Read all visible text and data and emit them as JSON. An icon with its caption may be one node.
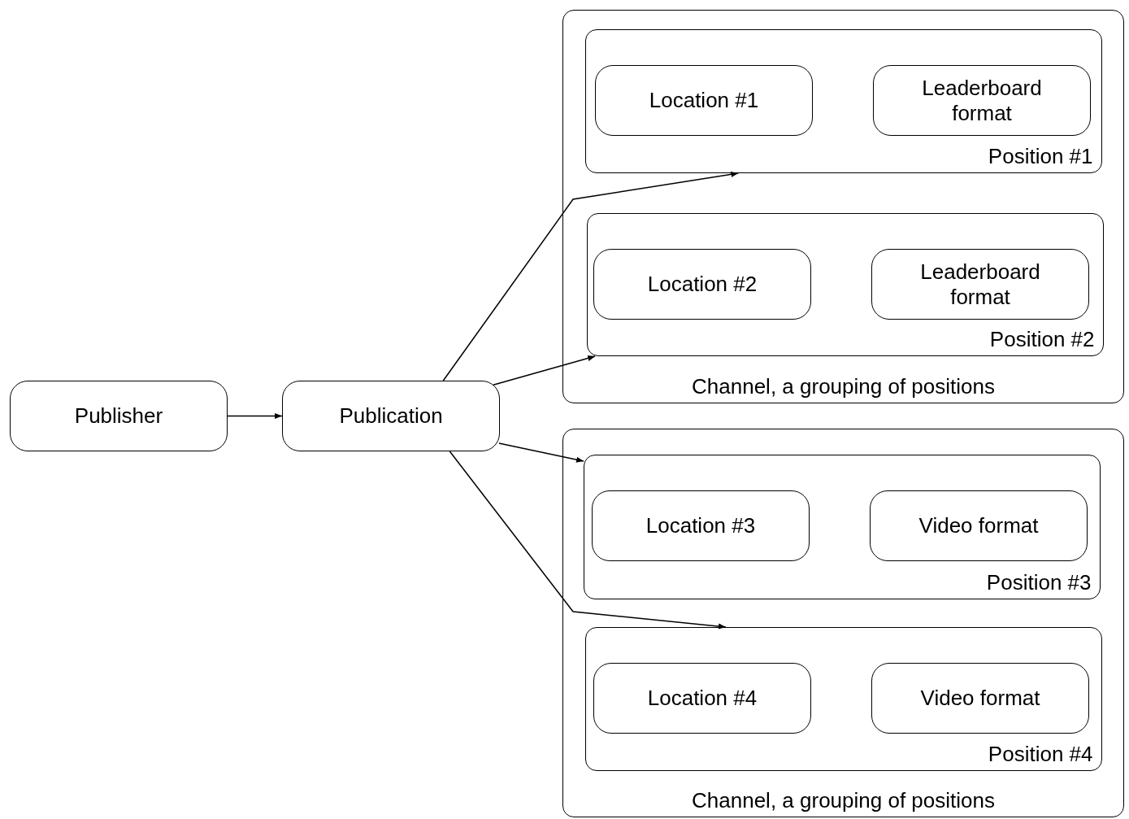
{
  "diagram": {
    "nodes": [
      {
        "text": [
          "Publisher"
        ]
      },
      {
        "text": [
          "Publication"
        ]
      },
      {
        "text": [
          "Channel, a grouping of positions"
        ]
      },
      {
        "text": [
          "Position #1"
        ],
        "in": 2
      },
      {
        "text": [
          "Location #1"
        ],
        "in": 3
      },
      {
        "text": [
          "Leaderboard format"
        ],
        "in": 3
      },
      {
        "text": [
          "Position #2"
        ],
        "in": 2
      },
      {
        "text": [
          "Location #2"
        ],
        "in": 6
      },
      {
        "text": [
          "Leaderboard format"
        ],
        "in": 6
      },
      {
        "text": [
          "Channel, a grouping of positions"
        ]
      },
      {
        "text": [
          "Position #3"
        ],
        "in": 9
      },
      {
        "text": [
          "Location #3"
        ],
        "in": 10
      },
      {
        "text": [
          "Video format"
        ],
        "in": 10
      },
      {
        "text": [
          "Position #4"
        ],
        "in": 9
      },
      {
        "text": [
          "Location #4"
        ],
        "in": 13
      },
      {
        "text": [
          "Video format"
        ],
        "in": 13
      }
    ],
    "edges": [
      {
        "from": 0,
        "to": 1,
        "arrow": "to"
      },
      {
        "from": 1,
        "to": 3,
        "arrow": "to"
      },
      {
        "from": 1,
        "to": 6,
        "arrow": "to"
      },
      {
        "from": 1,
        "to": 10,
        "arrow": "to"
      },
      {
        "from": 1,
        "to": 13,
        "arrow": "to"
      }
    ]
  }
}
